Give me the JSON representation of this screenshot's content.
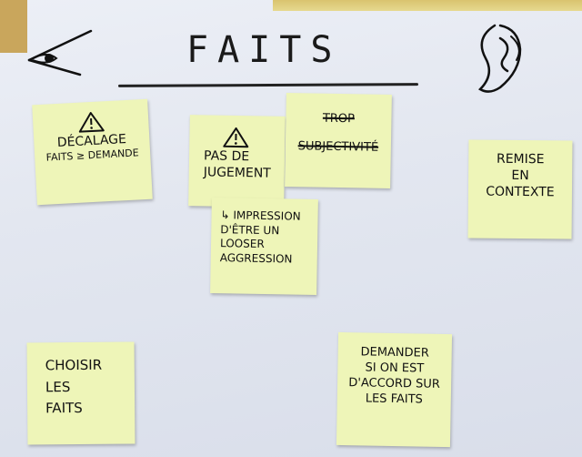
{
  "board": {
    "title": "FAITS",
    "left_icon": "eye-icon",
    "right_icon": "ear-icon"
  },
  "notes": {
    "decalage": {
      "icon": "warning-icon",
      "line1": "DÉCALAGE",
      "line2": "FAITS ≥ DEMANDE"
    },
    "pas_de_jugement": {
      "icon": "warning-icon",
      "line1": "PAS DE",
      "line2": "JUGEMENT"
    },
    "trop": {
      "line1": "TROP",
      "line2": "SUBJECTIVITÉ"
    },
    "impression": {
      "line1": "↳ IMPRESSION",
      "line2": "D'ÊTRE UN",
      "line3": "LOOSER",
      "line4": "AGGRESSION"
    },
    "remise": {
      "line1": "REMISE",
      "line2": "EN",
      "line3": "CONTEXTE"
    },
    "choisir": {
      "line1": "CHOISIR",
      "line2": "LES",
      "line3": "FAITS"
    },
    "demander": {
      "line1": "DEMANDER",
      "line2": "SI ON EST",
      "line3": "D'ACCORD SUR",
      "line4": "LES FAITS"
    }
  },
  "colors": {
    "note": "#eef5b8",
    "paper": "#e3e7f0",
    "ink": "#1a1a1a"
  }
}
